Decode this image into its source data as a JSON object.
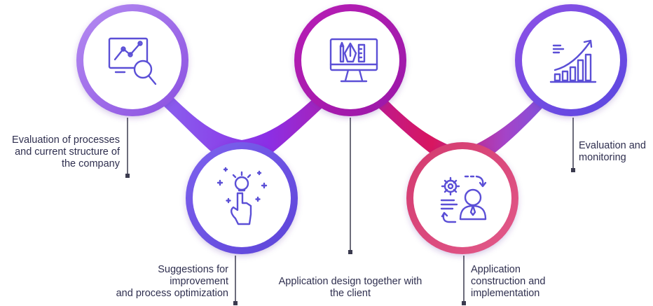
{
  "steps": [
    {
      "label_lines": [
        "Evaluation of processes",
        "and current structure of",
        "the company"
      ],
      "icon": "analytics-magnifier-icon"
    },
    {
      "label_lines": [
        "Suggestions for",
        "improvement",
        "and process optimization"
      ],
      "icon": "idea-hand-icon"
    },
    {
      "label_lines": [
        "Application design together with",
        "the client"
      ],
      "icon": "design-monitor-icon"
    },
    {
      "label_lines": [
        "Application",
        "construction and",
        "implementation"
      ],
      "icon": "developer-gear-icon"
    },
    {
      "label_lines": [
        "Evaluation and",
        "monitoring"
      ],
      "icon": "growth-chart-icon"
    }
  ],
  "colors": {
    "icon_stroke": "#5b4fd6",
    "label_text": "#2f2f4f",
    "connector": "#3b3b4f",
    "gradient": [
      "#7b5cf0",
      "#9d2ff0",
      "#c2148e",
      "#e0246a",
      "#7a54e8"
    ]
  }
}
